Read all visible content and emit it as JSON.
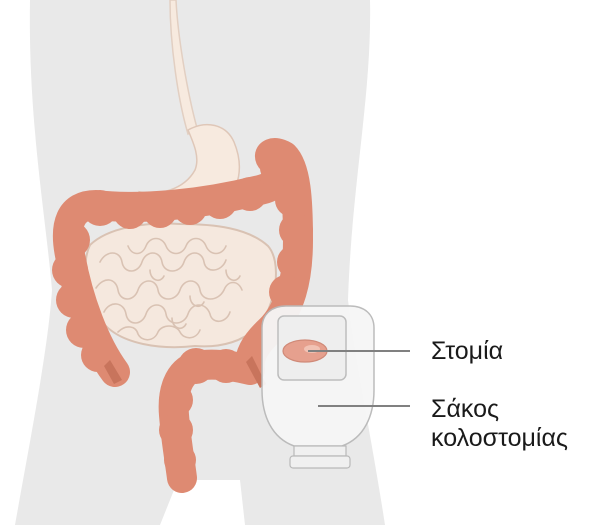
{
  "labels": {
    "stoma": "Στομία",
    "bag_line1": "Σάκος",
    "bag_line2": "κολοστομίας"
  },
  "colors": {
    "body": "#e9e9e9",
    "colon": "#de8a72",
    "colon_dark": "#c8745c",
    "stomach": "#f7eadf",
    "small_intestine": "#f5e8de",
    "intestine_outline": "#d9c2b3",
    "bag": "#f6f6f6",
    "bag_outline": "#b9b9b9",
    "stoma": "#e6a08e",
    "leader": "#808080"
  }
}
